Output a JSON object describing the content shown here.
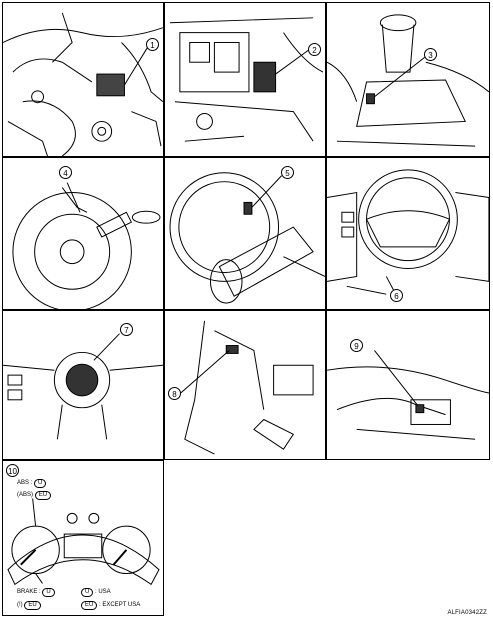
{
  "panels": [
    {
      "callout": "1"
    },
    {
      "callout": "2"
    },
    {
      "callout": "3"
    },
    {
      "callout": "4"
    },
    {
      "callout": "5"
    },
    {
      "callout": "6"
    },
    {
      "callout": "7"
    },
    {
      "callout": "8"
    },
    {
      "callout": "9"
    },
    {
      "callout": "10"
    }
  ],
  "legend": {
    "abs_label": "ABS :",
    "abs_badge": "U",
    "abs_alt_icon": "(ABS)",
    "abs_alt_badge": "EU",
    "brake_label": "BRAKE :",
    "brake_badge": "U",
    "brake_alt_icon": "(!)",
    "brake_alt_badge": "EU",
    "key_u_badge": "U",
    "key_u_text": ": USA",
    "key_eu_badge": "EU",
    "key_eu_text": ": EXCEPT USA"
  },
  "reference_code": "ALFIA0342ZZ"
}
